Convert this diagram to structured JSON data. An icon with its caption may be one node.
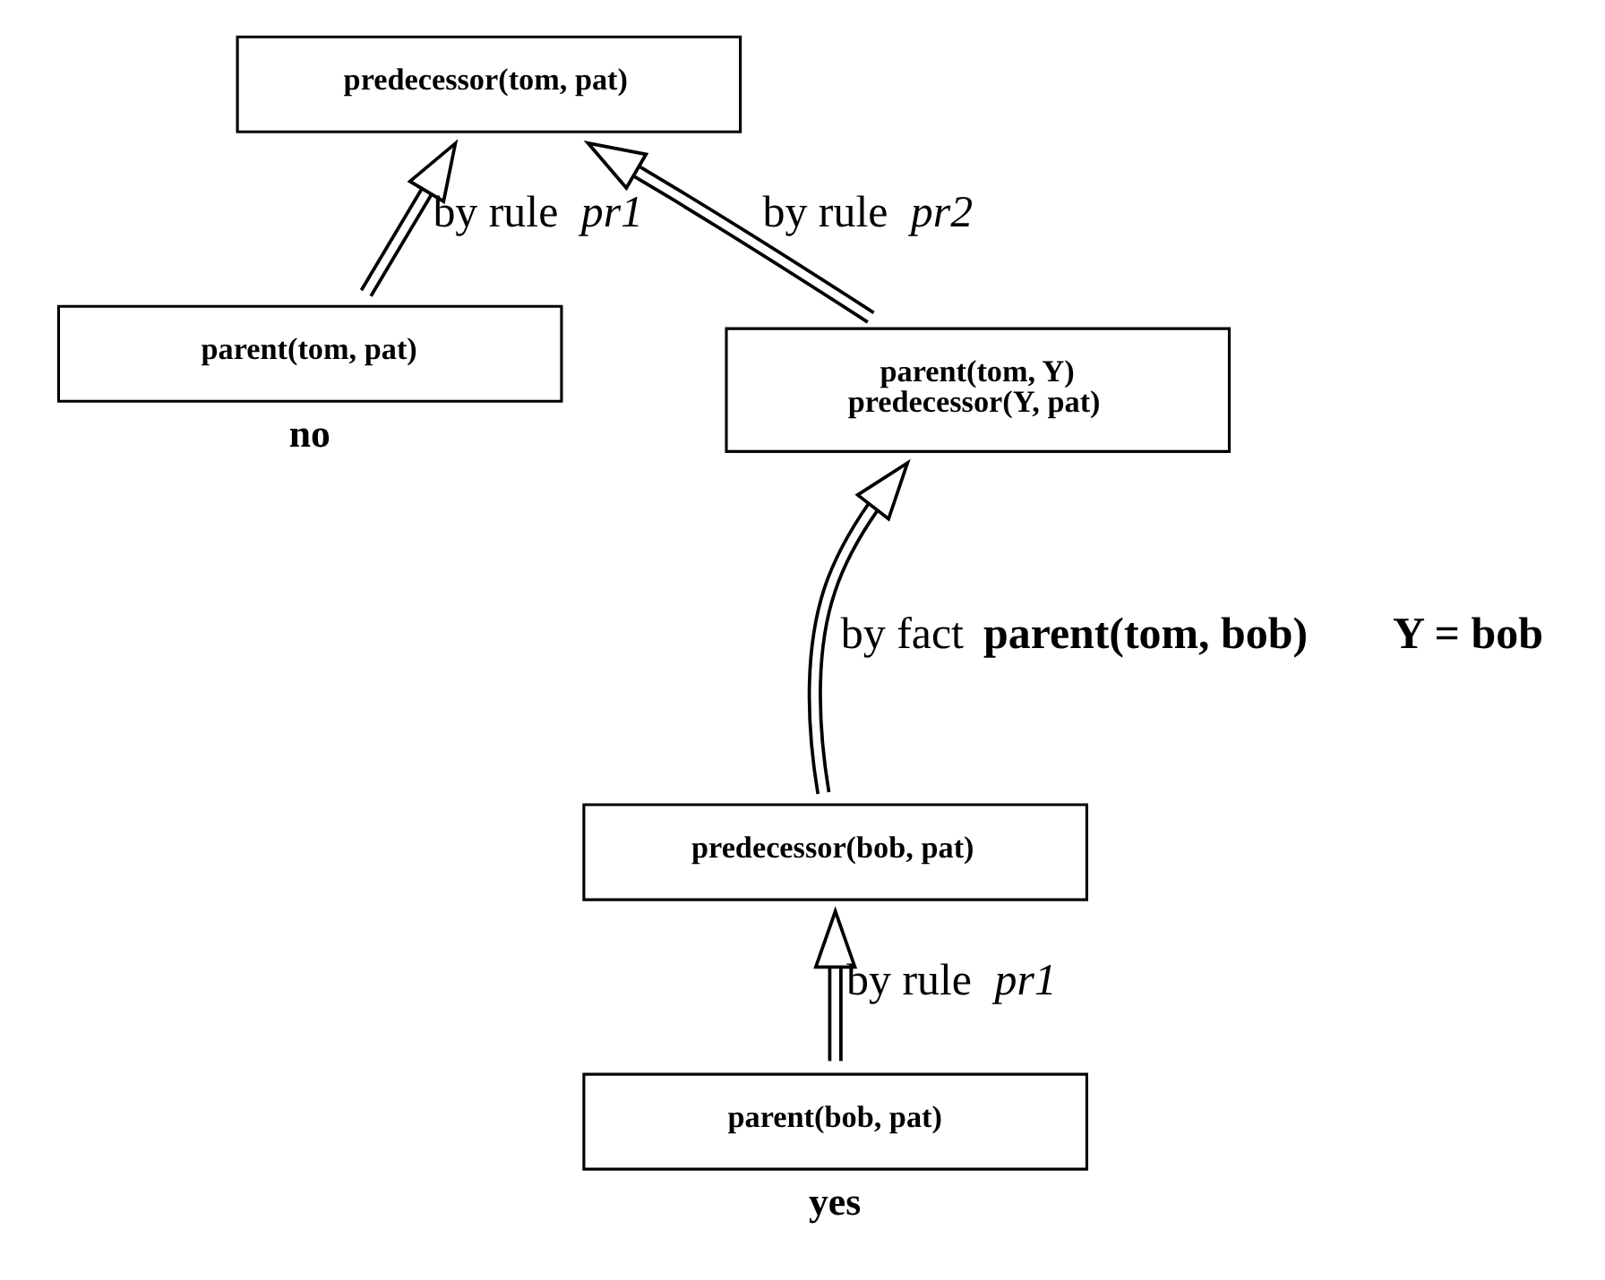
{
  "diagram": {
    "nodes": [
      {
        "text": [
          "predecessor(tom, pat)"
        ]
      },
      {
        "text": [
          "parent(tom, pat)"
        ],
        "beside": [
          "no"
        ]
      },
      {
        "text": [
          "parent(tom, Y)",
          "predecessor(Y, pat)"
        ]
      },
      {
        "text": [
          "predecessor(bob, pat)"
        ]
      },
      {
        "text": [
          "parent(bob, pat)"
        ],
        "beside": [
          "yes"
        ]
      }
    ],
    "edges": [
      {
        "from": 1,
        "to": 0,
        "arrow": "to",
        "label": "by rule *pr1*"
      },
      {
        "from": 2,
        "to": 0,
        "arrow": "to",
        "label": "by rule *pr2*"
      },
      {
        "from": 3,
        "to": 2,
        "arrow": "to",
        "label": "by fact **parent(tom, bob)**"
      },
      {
        "from": 4,
        "to": 3,
        "arrow": "to",
        "label": "by rule *pr1*"
      }
    ],
    "labels": [
      "Y = bob"
    ]
  }
}
